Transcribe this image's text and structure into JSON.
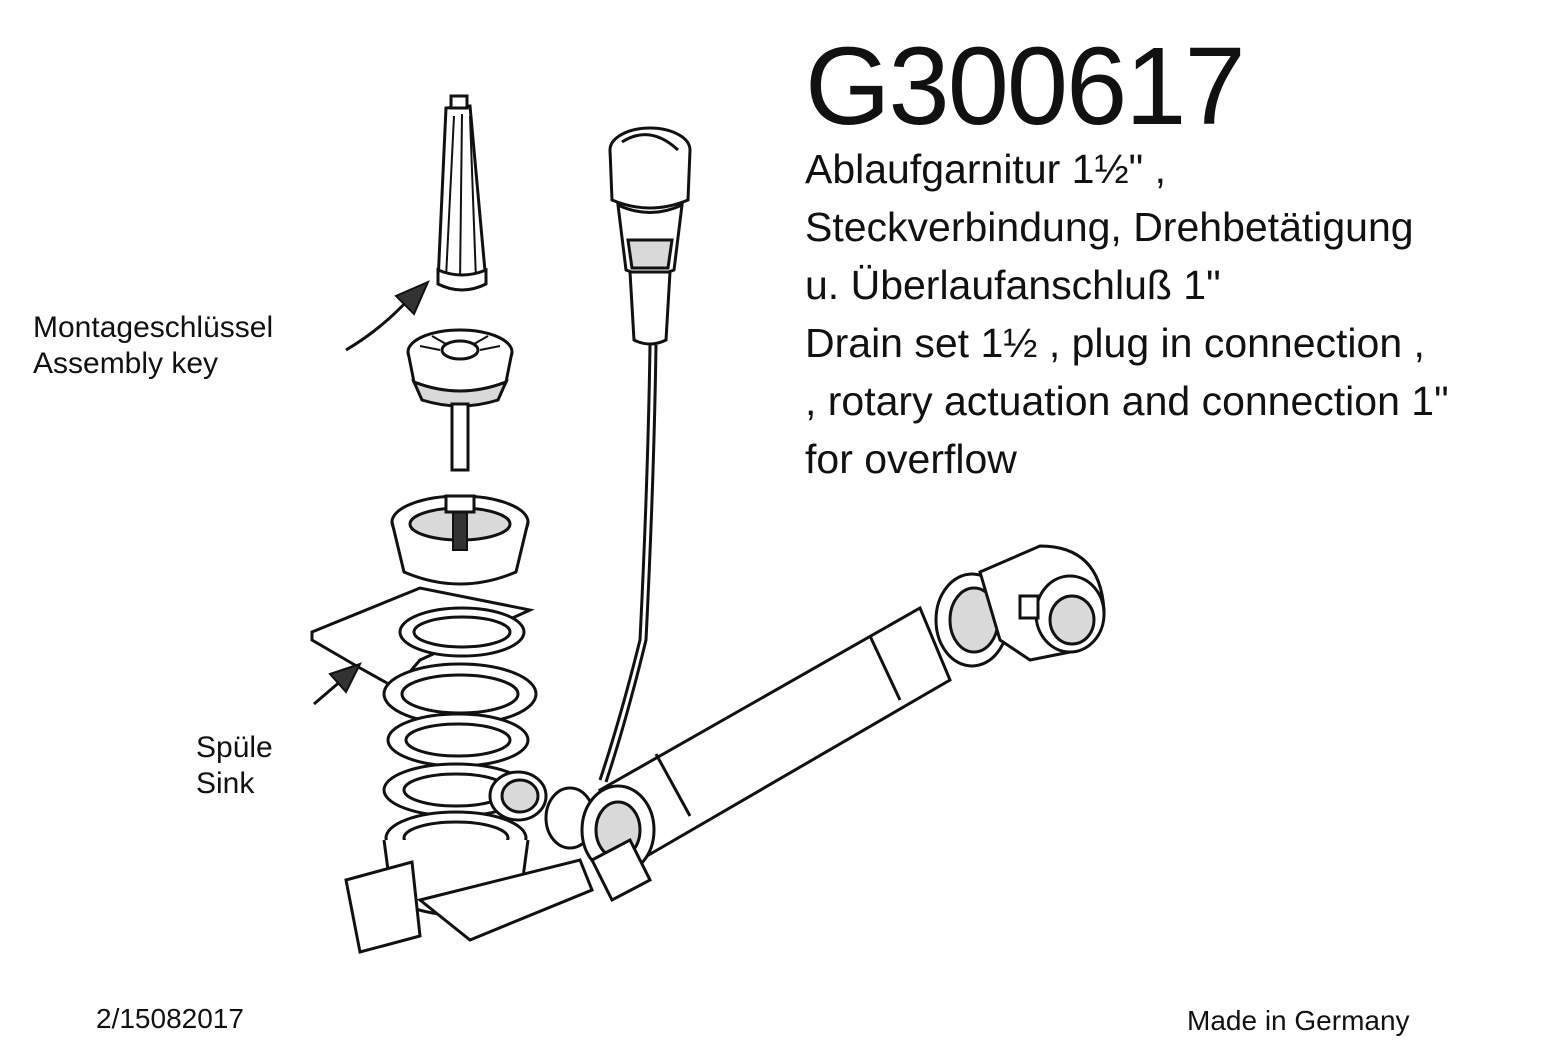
{
  "title": "G300617",
  "description": {
    "lines": [
      "Ablaufgarnitur 1½\" ,",
      "Steckverbindung, Drehbetätigung",
      "u. Überlaufanschluß 1\"",
      "Drain set 1½ , plug in connection ,",
      ", rotary actuation and connection 1\"",
      "for overflow"
    ]
  },
  "labels": {
    "assembly_key_de": "Montageschlüssel",
    "assembly_key_en": "Assembly key",
    "sink_de": "Spüle",
    "sink_en": "Sink"
  },
  "footer": {
    "code": "2/15082017",
    "origin": "Made in Germany"
  }
}
